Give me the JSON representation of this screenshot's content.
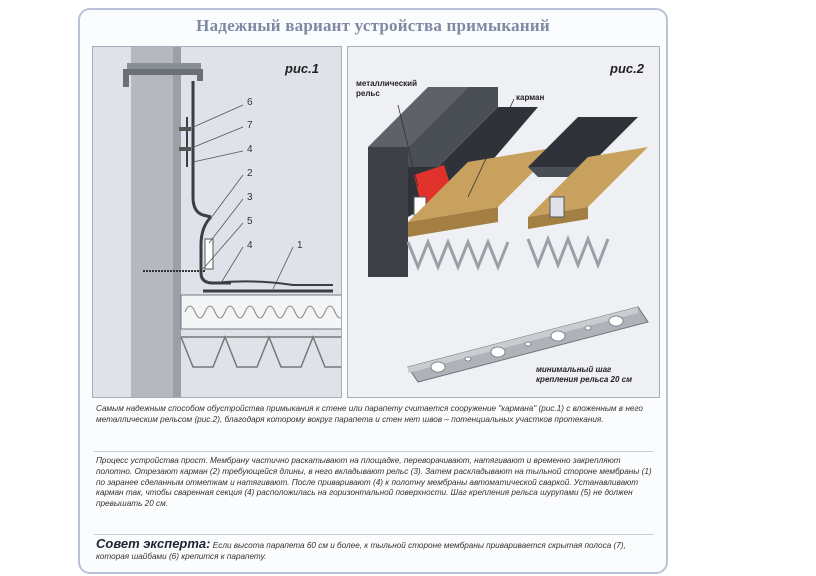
{
  "title": "Надежный вариант устройства примыканий",
  "fig1": {
    "label": "рис.1",
    "numbers": [
      "6",
      "7",
      "4",
      "2",
      "3",
      "5",
      "4",
      "1"
    ]
  },
  "fig2": {
    "label": "рис.2",
    "callout_rail": "металлический\nрельс",
    "callout_pocket": "карман",
    "callout_step": "минимальный шаг\nкрепления рельса 20 см"
  },
  "paragraph1": "Самым надежным способом обустройства примыкания к стене или парапету считается сооружение \"кармана\" (рис.1) с вложенным в него металлическим рельсом (рис.2), благодаря которому вокруг парапета и стен нет швов – потенциальных участков протекания.",
  "paragraph2": "Процесс устройства прост. Мембрану частично раскатывают на площадке, переворачивают, натягивают и временно закрепляют полотно. Отрезают карман (2) требующейся длины, в него вкладывают рельс (3). Затем раскладывают на тыльной стороне мембраны (1) по заранее сделанным отметкам и натягивают. После приваривают (4) к полотну мембраны автоматической сваркой. Устанавливают карман так, чтобы сваренная секция (4) расположилась на горизонтальной поверхности. Шаг крепления рельса шурупами (5) не должен превышать 20 см.",
  "advice": {
    "heading": "Совет эксперта:",
    "text": "Если высота парапета 60 см и более, к тыльной стороне мембраны приваривается скрытая полоса (7), которая шайбами (6) крепится к парапету."
  },
  "colors": {
    "title": "#7f89a3",
    "border": "#b9c3d6",
    "membrane": "#3b3f45",
    "wood": "#c8a15f",
    "red": "#e0312b"
  }
}
